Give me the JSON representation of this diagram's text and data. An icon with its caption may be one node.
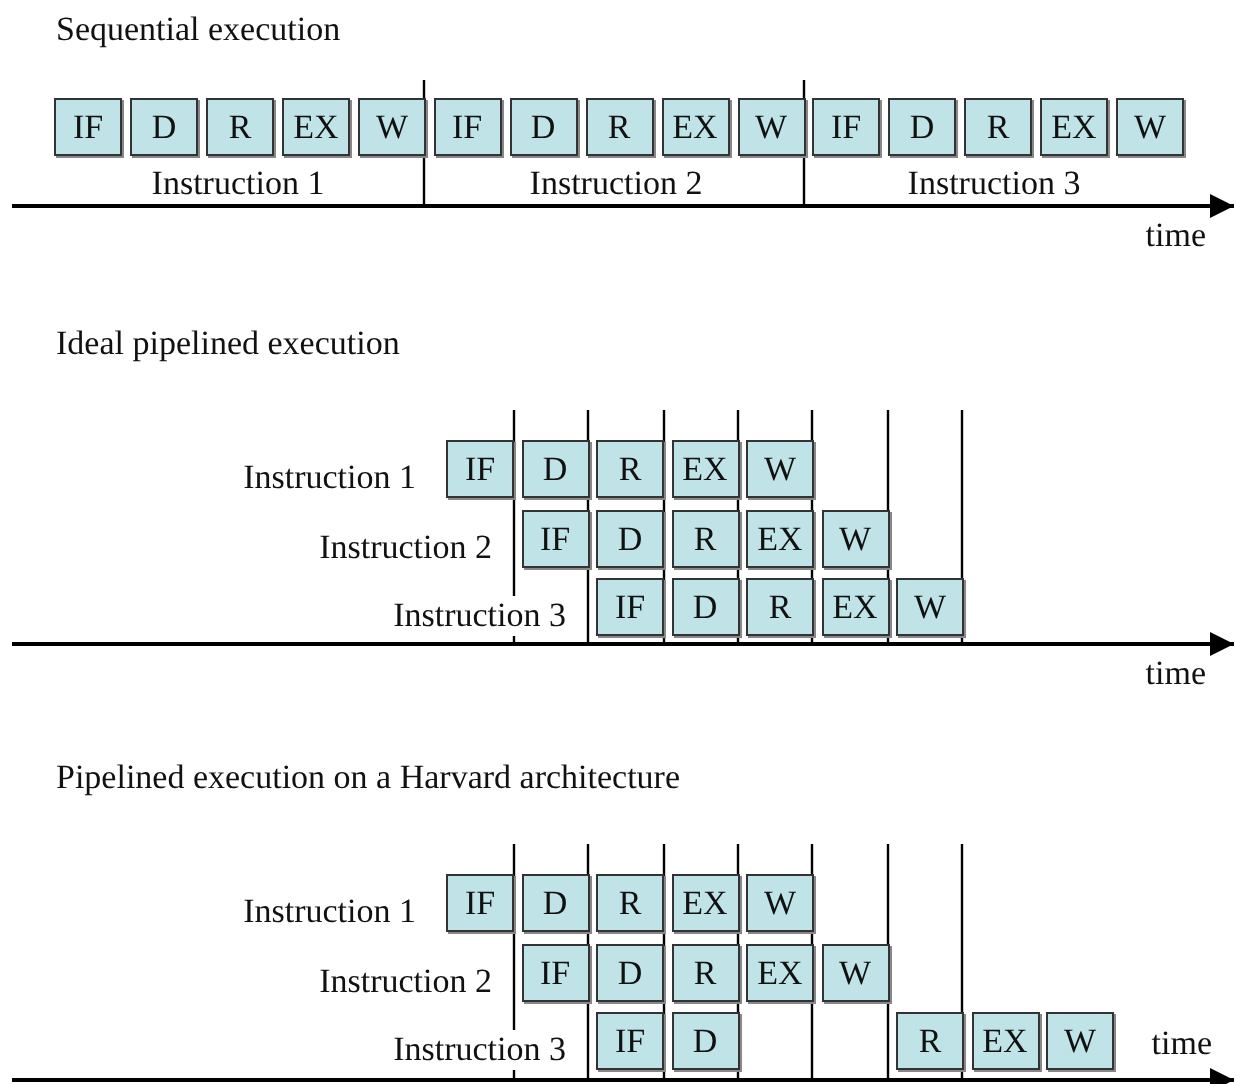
{
  "diagram": {
    "nodes": [
      {
        "text": [
          "IF"
        ]
      },
      {
        "text": [
          "D"
        ]
      },
      {
        "text": [
          "R"
        ]
      },
      {
        "text": [
          "EX"
        ]
      },
      {
        "text": [
          "W"
        ]
      },
      {
        "text": [
          "IF"
        ]
      },
      {
        "text": [
          "D"
        ]
      },
      {
        "text": [
          "R"
        ]
      },
      {
        "text": [
          "EX"
        ]
      },
      {
        "text": [
          "W"
        ]
      },
      {
        "text": [
          "IF"
        ]
      },
      {
        "text": [
          "D"
        ]
      },
      {
        "text": [
          "R"
        ]
      },
      {
        "text": [
          "EX"
        ]
      },
      {
        "text": [
          "W"
        ]
      },
      {
        "text": [
          "IF"
        ]
      },
      {
        "text": [
          "D"
        ]
      },
      {
        "text": [
          "R"
        ]
      },
      {
        "text": [
          "EX"
        ]
      },
      {
        "text": [
          "W"
        ]
      },
      {
        "text": [
          "IF"
        ]
      },
      {
        "text": [
          "D"
        ]
      },
      {
        "text": [
          "R"
        ]
      },
      {
        "text": [
          "EX"
        ]
      },
      {
        "text": [
          "W"
        ]
      },
      {
        "text": [
          "IF"
        ]
      },
      {
        "text": [
          "D"
        ]
      },
      {
        "text": [
          "R"
        ]
      },
      {
        "text": [
          "EX"
        ]
      },
      {
        "text": [
          "W"
        ]
      },
      {
        "text": [
          "IF"
        ]
      },
      {
        "text": [
          "D"
        ]
      },
      {
        "text": [
          "R"
        ]
      },
      {
        "text": [
          "EX"
        ]
      },
      {
        "text": [
          "W"
        ]
      },
      {
        "text": [
          "IF"
        ]
      },
      {
        "text": [
          "D"
        ]
      },
      {
        "text": [
          "R"
        ]
      },
      {
        "text": [
          "EX"
        ]
      },
      {
        "text": [
          "W"
        ]
      },
      {
        "text": [
          "IF"
        ]
      },
      {
        "text": [
          "D"
        ]
      },
      {
        "text": [
          "R"
        ]
      },
      {
        "text": [
          "EX"
        ]
      },
      {
        "text": [
          "W"
        ]
      }
    ],
    "labels": [
      "Sequential execution",
      "Instruction 1",
      "Instruction 2",
      "Instruction 3",
      "time",
      "Ideal pipelined execution",
      "Instruction 1",
      "Instruction 2",
      "Instruction 3",
      "time",
      "Pipelined execution on a Harvard architecture",
      "Instruction 1",
      "Instruction 2",
      "Instruction 3",
      "time"
    ]
  }
}
